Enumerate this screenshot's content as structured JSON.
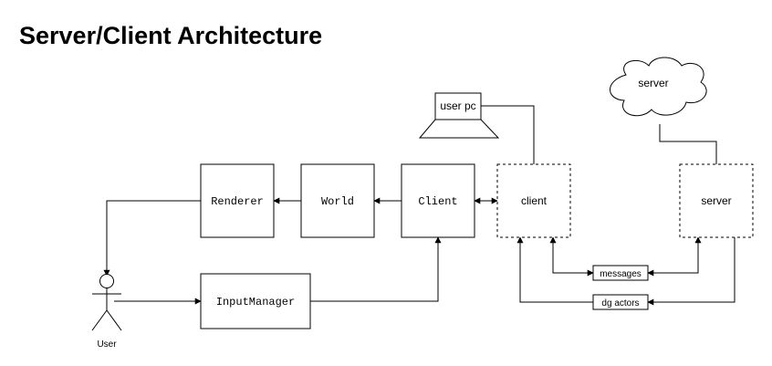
{
  "title": "Server/Client Architecture",
  "nodes": {
    "renderer": "Renderer",
    "world": "World",
    "client_component": "Client",
    "client": "client",
    "server": "server",
    "input_manager": "InputManager",
    "user_pc": "user pc",
    "server_cloud": "server",
    "messages": "messages",
    "dg_actors": "dg actors",
    "user": "User"
  },
  "colors": {
    "stroke": "#000000",
    "fill": "#ffffff",
    "text": "#000000"
  }
}
